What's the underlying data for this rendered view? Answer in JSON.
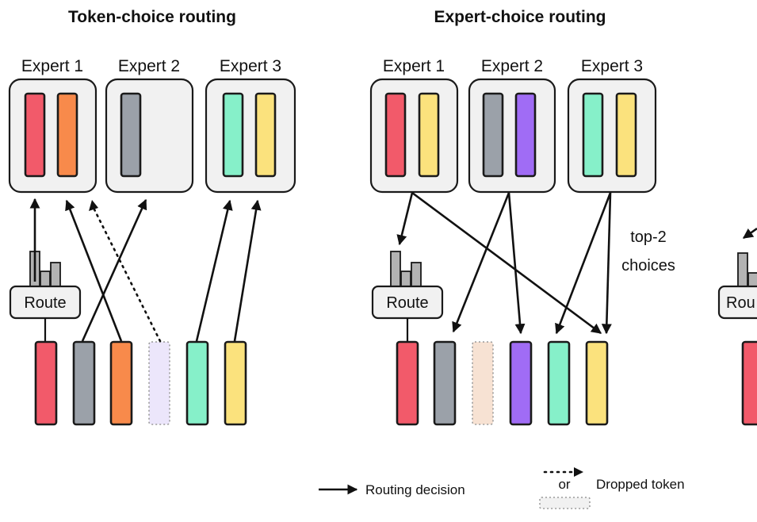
{
  "titles": {
    "token_choice": "Token-choice routing",
    "expert_choice": "Expert-choice routing"
  },
  "experts": [
    "Expert 1",
    "Expert 2",
    "Expert 3"
  ],
  "route_label": "Route",
  "route_label_partial": "Rou",
  "annotation": {
    "line1": "top-2",
    "line2": "choices"
  },
  "legend": {
    "routing_decision": "Routing decision",
    "or": "or",
    "dropped_token": "Dropped token"
  },
  "colors": {
    "red": "#f25a6a",
    "orange": "#f88a4b",
    "gray": "#9ba1a9",
    "mint": "#86f0c9",
    "yellow": "#fbe27d",
    "purple": "#a06cf5",
    "lavender_dropped": "#ece6fb",
    "peach_dropped": "#f7e2d3",
    "box_fill": "#f1f1f1"
  }
}
